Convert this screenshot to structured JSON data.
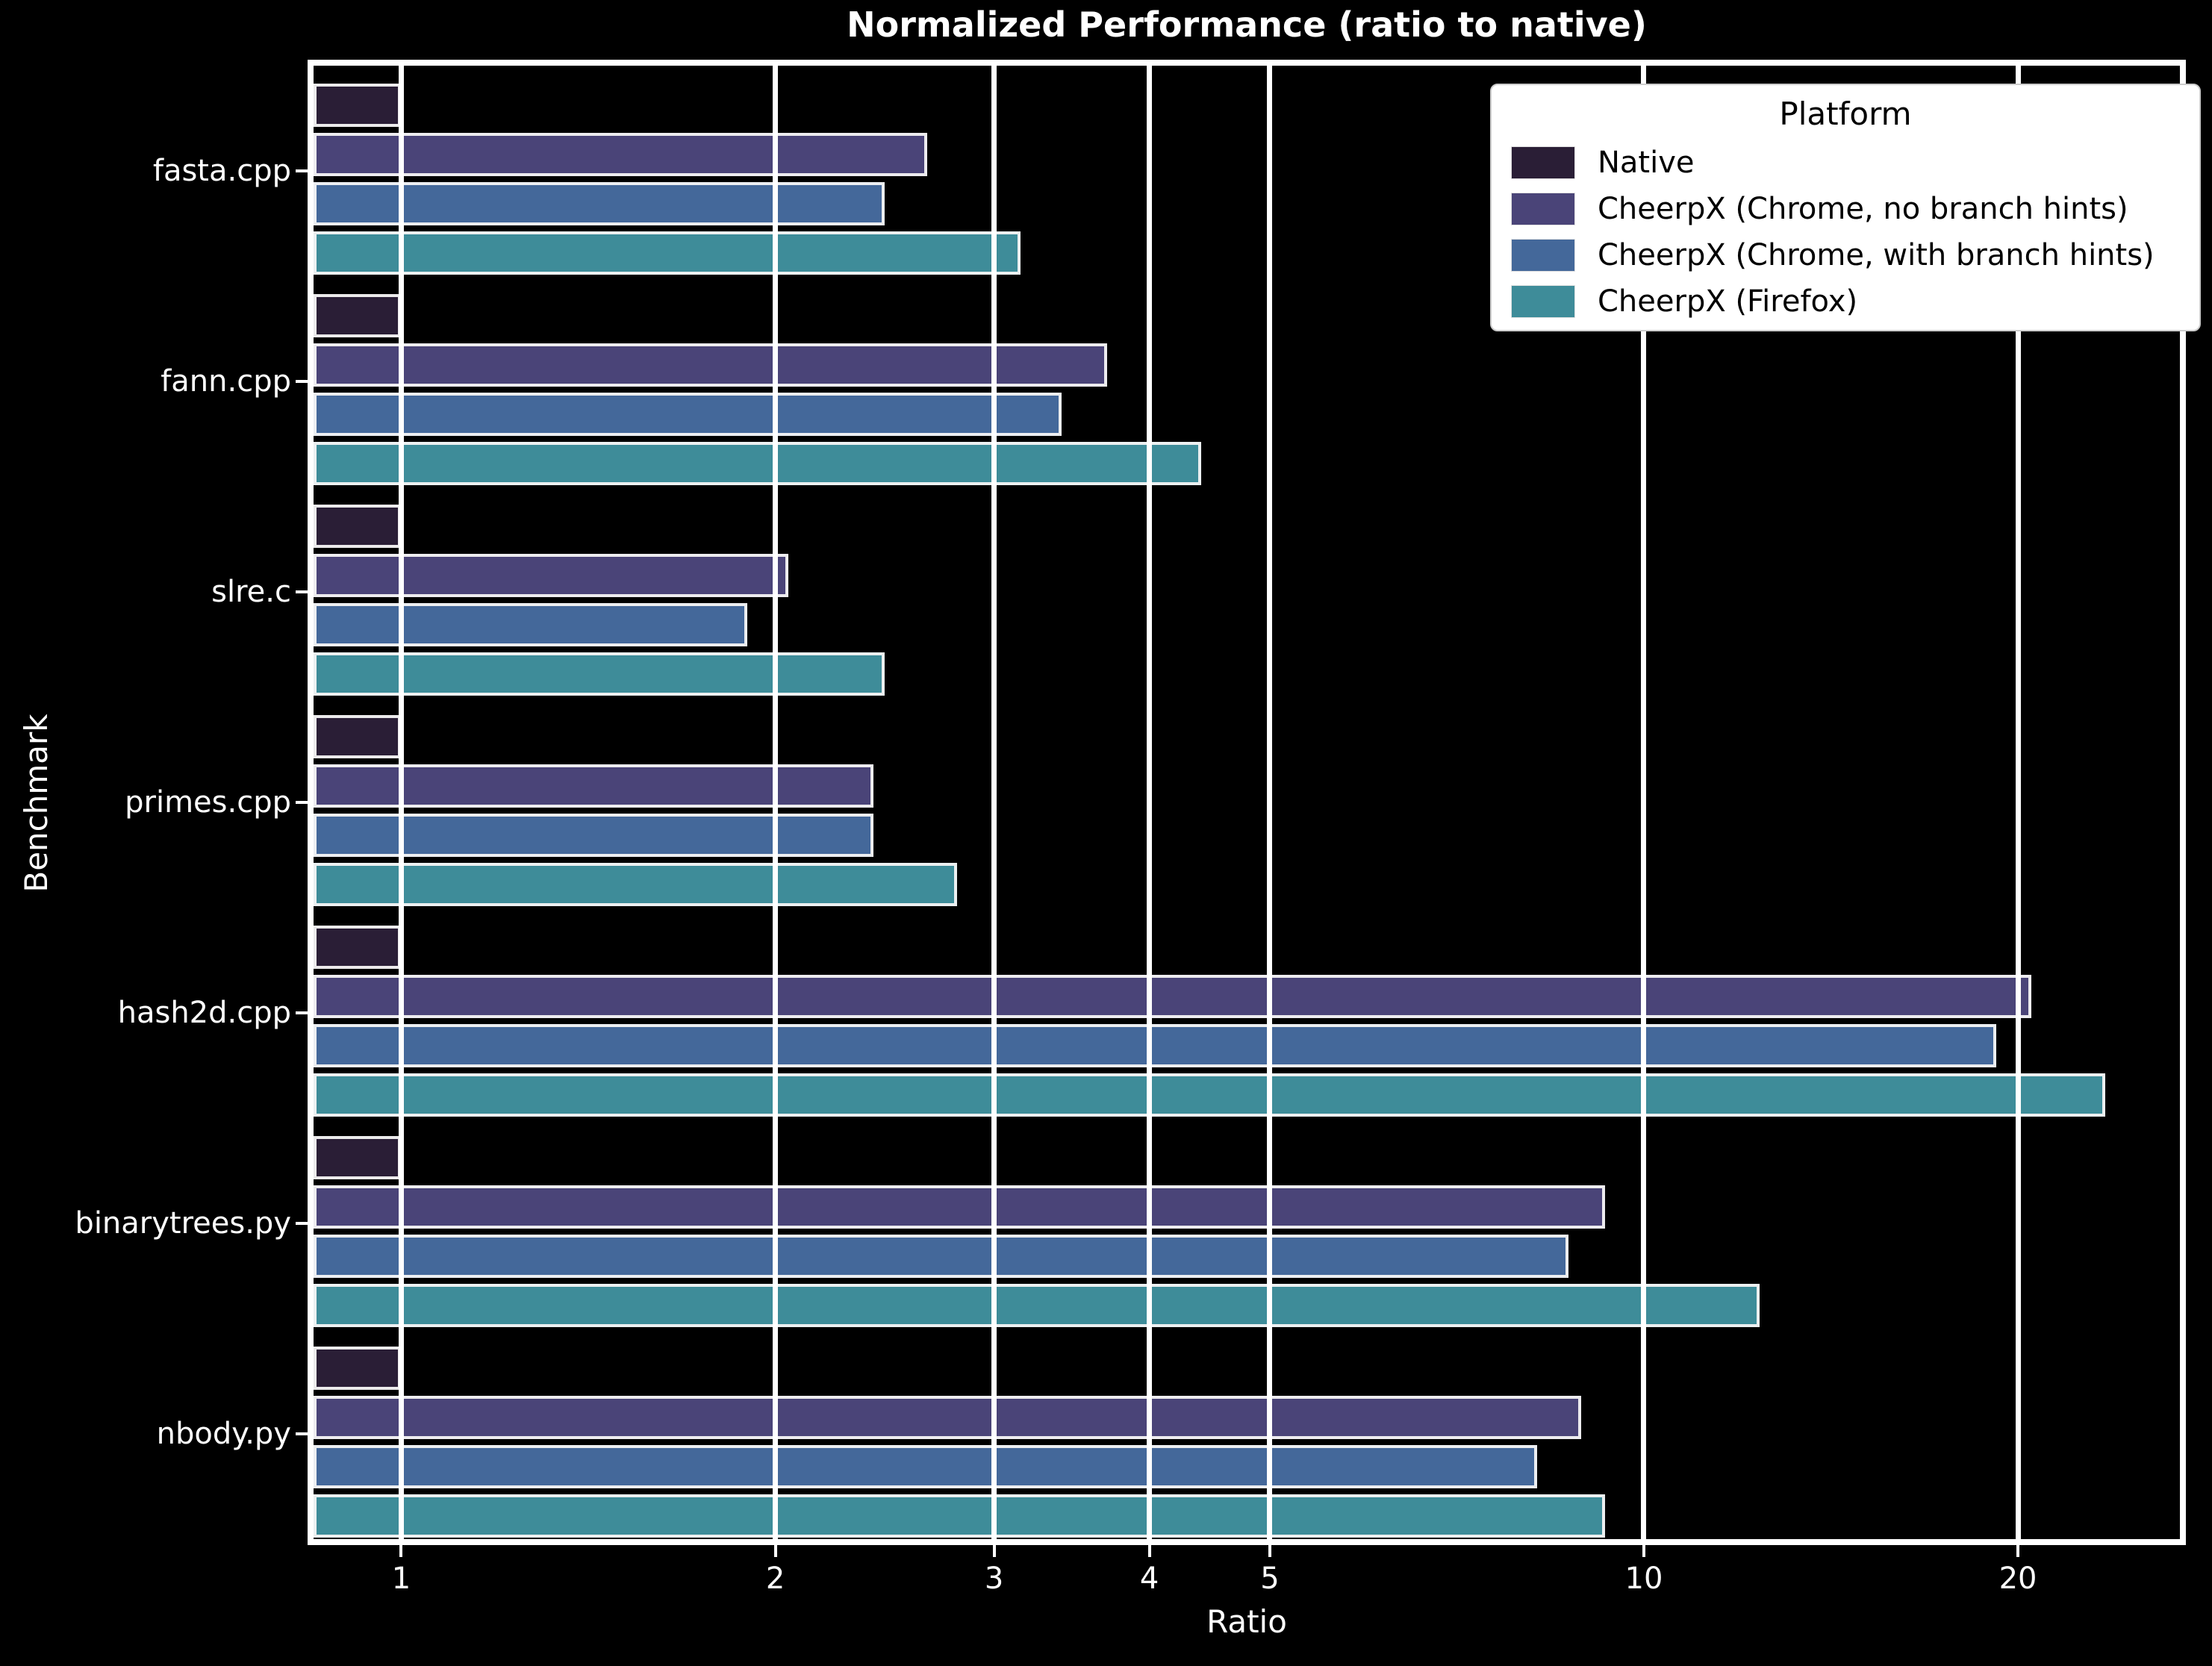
{
  "title": "Normalized Performance (ratio to native)",
  "x_axis": {
    "label": "Ratio",
    "scale": "log",
    "min": 0.85,
    "max": 27,
    "ticks": [
      1,
      2,
      3,
      4,
      5,
      10,
      20
    ]
  },
  "y_axis": {
    "label": "Benchmark"
  },
  "legend": {
    "title": "Platform",
    "entries": [
      {
        "label": "Native",
        "color": "#2a1e36"
      },
      {
        "label": "CheerpX (Chrome, no branch hints)",
        "color": "#4a4478"
      },
      {
        "label": "CheerpX (Chrome, with branch hints)",
        "color": "#44689a"
      },
      {
        "label": "CheerpX (Firefox)",
        "color": "#3e8c99"
      }
    ]
  },
  "chart_data": {
    "type": "bar",
    "orientation": "horizontal",
    "title": "Normalized Performance (ratio to native)",
    "xlabel": "Ratio",
    "ylabel": "Benchmark",
    "xscale": "log",
    "xlim": [
      0.85,
      27
    ],
    "x_ticks": [
      1,
      2,
      3,
      4,
      5,
      10,
      20
    ],
    "grid": "x major, white, drawn over bars",
    "legend_position": "upper right",
    "categories": [
      "fasta.cpp",
      "fann.cpp",
      "slre.c",
      "primes.cpp",
      "hash2d.cpp",
      "binarytrees.py",
      "nbody.py"
    ],
    "series": [
      {
        "name": "Native",
        "color": "#2a1e36",
        "values": [
          1.0,
          1.0,
          1.0,
          1.0,
          1.0,
          1.0,
          1.0
        ]
      },
      {
        "name": "CheerpX (Chrome, no branch hints)",
        "color": "#4a4478",
        "values": [
          2.65,
          3.7,
          2.05,
          2.4,
          20.5,
          9.3,
          8.9
        ]
      },
      {
        "name": "CheerpX (Chrome, with branch hints)",
        "color": "#44689a",
        "values": [
          2.45,
          3.4,
          1.9,
          2.4,
          19.2,
          8.7,
          8.2
        ]
      },
      {
        "name": "CheerpX (Firefox)",
        "color": "#3e8c99",
        "values": [
          3.15,
          4.4,
          2.45,
          2.8,
          23.5,
          12.4,
          9.3
        ]
      }
    ]
  },
  "colors": {
    "background": "#000000",
    "text": "#ffffff",
    "grid": "#ffffff",
    "bar_edge": "#f6f6f6",
    "legend_bg": "#ffffff",
    "legend_text": "#000000"
  }
}
